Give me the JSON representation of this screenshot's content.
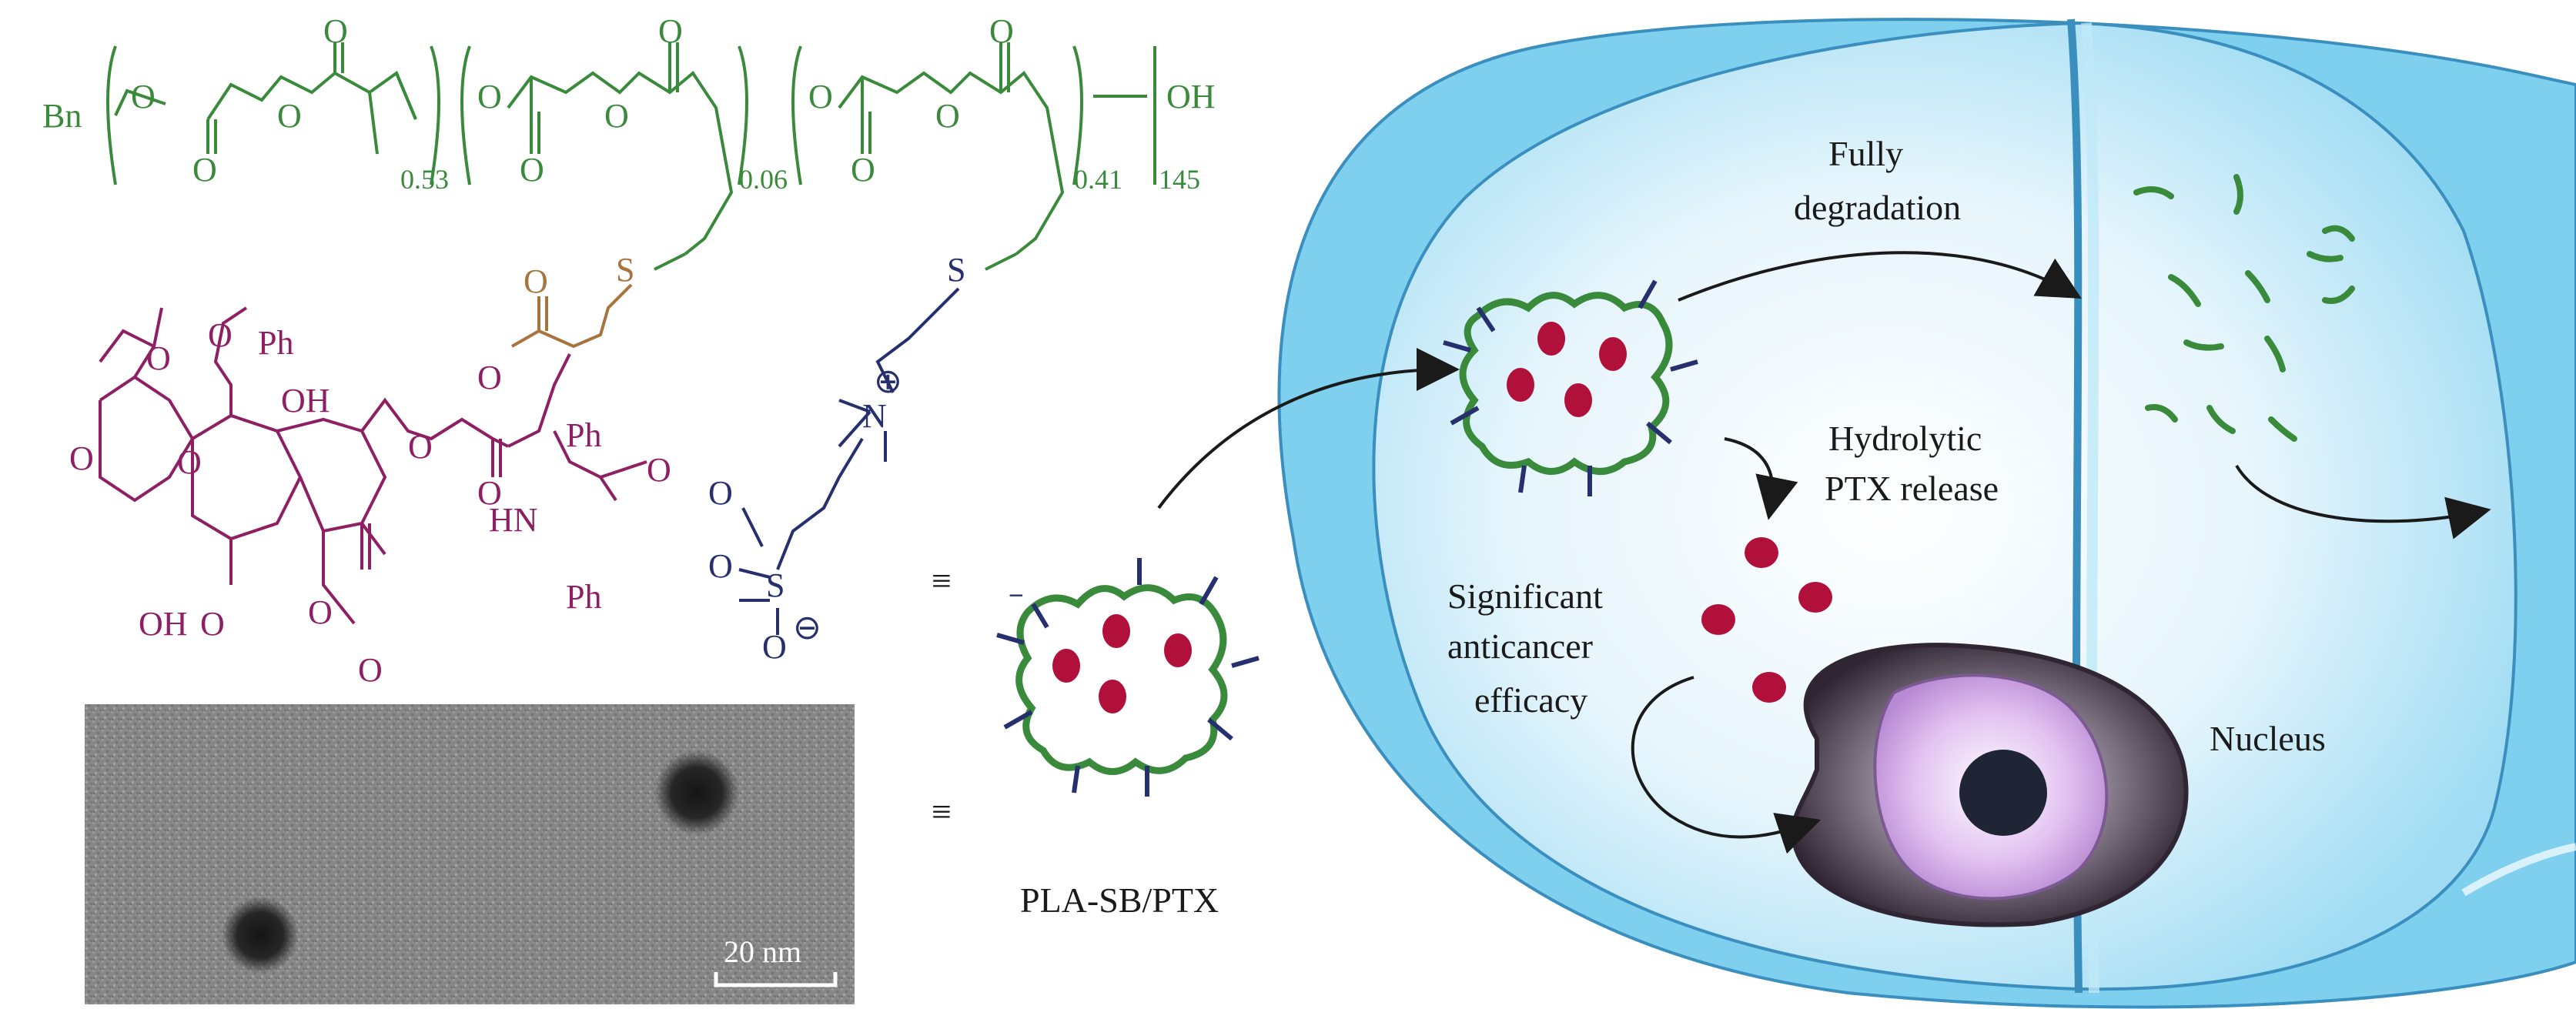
{
  "colors": {
    "polymer_green": "#3a8a3c",
    "ptx_purple": "#8e1f62",
    "zwitterion_navy": "#26306e",
    "linker_brown": "#a8743d",
    "cell_blue": "#7fd0ef",
    "drug_red": "#b0103a",
    "nucleus_purple": "#c79be0"
  },
  "chemistry": {
    "end_group_start": "Bn",
    "end_group_end": "OH",
    "oxygen": "O",
    "sulfur": "S",
    "nitrogen": "N",
    "nh": "HN",
    "phenyl": "Ph",
    "hydroxyl": "OH",
    "sulfonate_oxygen_minus": "O",
    "charge_plus": "⊕",
    "charge_minus": "⊖",
    "subscript_1": "0.53",
    "subscript_2": "0.06",
    "subscript_3": "0.41",
    "degree_of_polymerization": "145",
    "equivalence_symbol": "≡"
  },
  "tem": {
    "scale_bar_label": "20 nm"
  },
  "labels": {
    "nanoparticle": "PLA-SB/PTX",
    "fully_degradation_line1": "Fully",
    "fully_degradation_line2": "degradation",
    "hydrolytic_line1": "Hydrolytic",
    "hydrolytic_line2": "PTX release",
    "efficacy_line1": "Significant",
    "efficacy_line2": "anticancer",
    "efficacy_line3": "efficacy",
    "nucleus": "Nucleus"
  }
}
